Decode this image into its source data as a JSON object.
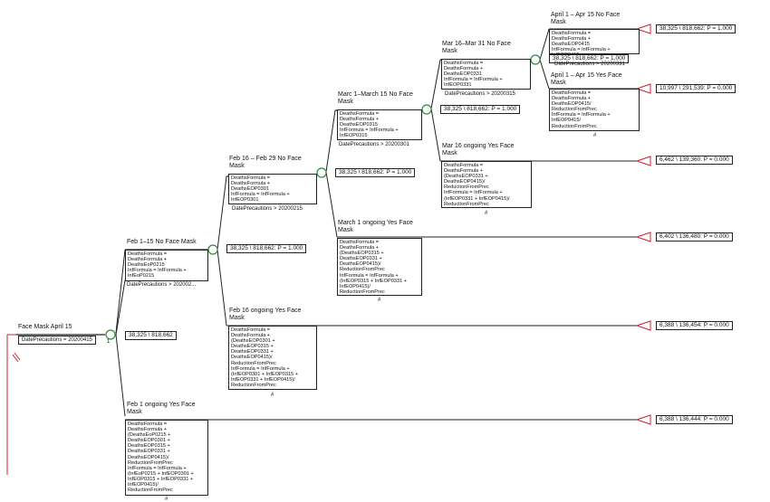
{
  "root": {
    "title": "Face Mask April 15",
    "cond": "DatePrecautions = 20200415"
  },
  "nodes": {
    "feb1": {
      "title": "Feb 1–15 No Face Mask",
      "formula": "DeathsFormula =\nDeathsFormula +\nDeathsEoP0215\n InfFormula = InfFormula +\nInfEoP0215",
      "cond": "DatePrecautions > 202002...",
      "value": "38,325 \\ 818,662: P = 1.000"
    },
    "feb16": {
      "title": "Feb 16 –  Feb 29 No Face\nMask",
      "formula": "DeathsFormula =\nDeathsFormula +\nDeathsEOP0301\n InfFormula = InfFormula +\nInfEOP0301",
      "cond": "DatePrecautions > 20200215",
      "value": "38,325 \\ 818,662: P = 1.000"
    },
    "marc1": {
      "title": "Marc 1–March 15 No Face\nMask",
      "formula": "DeathsFormula =\nDeathsFormula +\nDeathsEOP0315\n InfFormula = InfFormula +\nInfEOP0315",
      "cond": "DatePrecautions > 20200301",
      "value": "38,325 \\ 818,662: P = 1.000"
    },
    "mar16": {
      "title": "Mar 16–Mar 31 No Face\nMask",
      "formula": "DeathsFormula =\nDeathsFormula +\nDeathsEOP0331\n InfFormula = InfFormula +\nInfEOP0331",
      "cond": "DatePrecautions > 20200315",
      "value": "38,325 \\ 818,662: P = 1.000"
    },
    "apr1no": {
      "title": "April 1 – Apr 15 No Face\nMask",
      "formula": "DeathsFormula =\nDeathsFormula +\nDeathsEOP0415\n InfFormula = InfFormula +\nInfEOP0415",
      "cond": "DatePrecautions > 20200331",
      "value": "38,325 \\ 818,662: P = 1.000"
    },
    "apr1yes": {
      "title": "April 1 – Apr 15 Yes Face\nMask",
      "formula": "DeathsFormula =\nDeathsFormula +\nDeathsEOP0415/\nReductionFromPrec\n InfFormula = InfFormula +\nInfEOP0415/\nReductionFromPrec"
    },
    "mar16yes": {
      "title": "Mar 16 ongoing Yes Face\nMask",
      "formula": "DeathsFormula =\nDeathsFormula +\n(DeathsEOP0331 +\nDeathsEOP0415)/\nReductionFromPrec\n InfFormula = InfFormula +\n(InfEOP0331 + InfEOP0415)/\nReductionFromPrec"
    },
    "mar1yes": {
      "title": "March 1 ongoing Yes Face\nMask",
      "formula": "DeathsFormula =\nDeathsFormula +\n(DeathsEOP0315 +\nDeathsEOP0331 +\nDeathsEOP0415)/\nReductionFromPrec\n InfFormula = InfFormula +\n(InfEOP0315 + InfEOP0331 +\nInfEOP0415)/\nReductionFromPrec"
    },
    "feb16yes": {
      "title": "Feb 16 ongoing Yes Face\nMask",
      "formula": "DeathsFormula =\nDeathsFormula +\n(DeathsEOP0301 +\nDeathsEOP0315 +\nDeathsEOP0331 +\nDeathsEOP0415)/\nReductionFromPrec\n InfFormula = InfFormula +\n(InfEOP0301 + InfEOP0315 +\nInfEOP0331 + InfEOP0415)/\nReductionFromPrec"
    },
    "feb1yes": {
      "title": "Feb 1 ongoing Yes Face\nMask",
      "formula": "DeathsFormula =\nDeathsFormula +\n(DeathsEoP0215 +\nDeathsEOP0301 +\nDeathsEOP0315 +\nDeathsEOP0331 +\nDeathsEOP0415)/\nReductionFromPrec\n InfFormula = InfFormula +\n(InfEoP0215 + InfEOP0301 +\nInfEOP0315 + InfEOP0331 +\nInfEOP0415)/\nReductionFromPrec"
    }
  },
  "root_value": "38,325 \\ 818,662",
  "payoffs": {
    "p1": "38,325 \\ 818,662: P = 1.000",
    "p2": "10,997 \\ 291,539: P = 0.000",
    "p3": "6,462 \\ 139,360: P = 0.000",
    "p4": "6,402 \\ 136,480: P = 0.000",
    "p5": "6,388 \\ 136,454: P = 0.000",
    "p6": "6,388 \\ 136,444: P = 0.000"
  },
  "hash": "#",
  "one": "1",
  "colors": {
    "line": "#222222",
    "chance_node": "#2f8a3a",
    "terminal": "#cc2233",
    "root_line": "#cc2233"
  }
}
